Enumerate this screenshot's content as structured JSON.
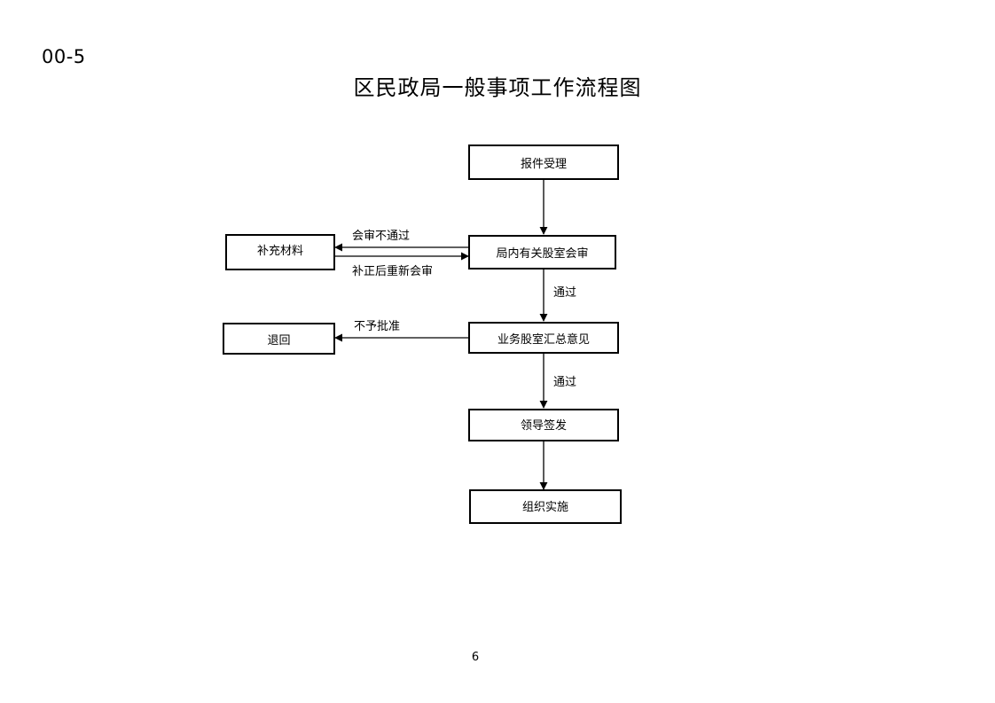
{
  "document": {
    "code": "00-5",
    "title": "区民政局一般事项工作流程图",
    "page_number": "6"
  },
  "flowchart": {
    "nodes": {
      "receive": "报件受理",
      "joint_review": "局内有关股室会审",
      "supplement": "补充材料",
      "summary": "业务股室汇总意见",
      "return": "退回",
      "sign": "领导签发",
      "implement": "组织实施"
    },
    "edges": {
      "review_fail": "会审不通过",
      "resubmit": "补正后重新会审",
      "pass_1": "通过",
      "not_approved": "不予批准",
      "pass_2": "通过"
    }
  }
}
